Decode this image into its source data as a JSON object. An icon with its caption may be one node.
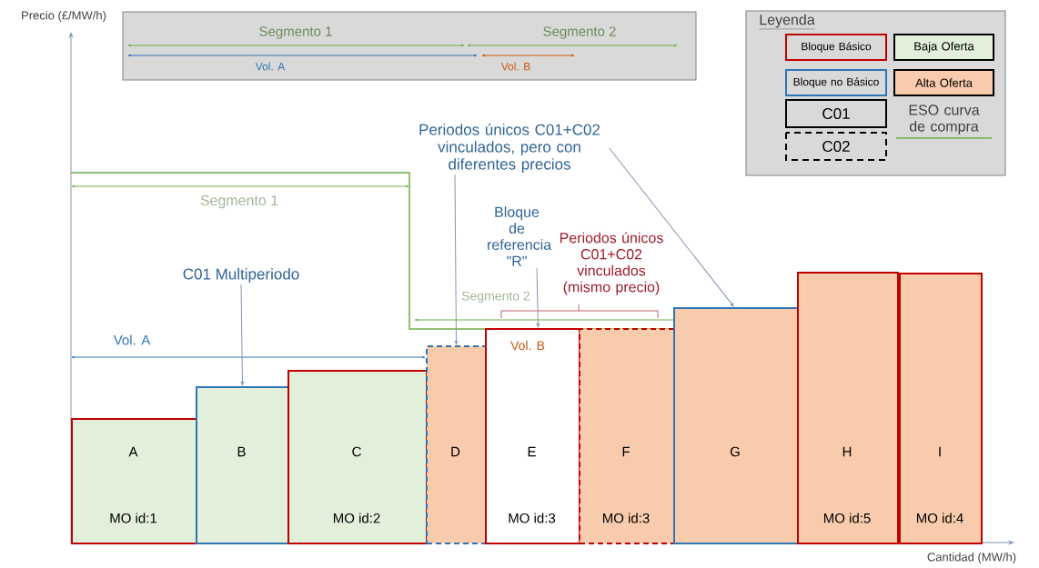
{
  "diagram": {
    "nodes": [
      {
        "text": [
          "A",
          "MO id:1"
        ]
      },
      {
        "text": [
          "B"
        ]
      },
      {
        "text": [
          "C",
          "MO id:2"
        ]
      },
      {
        "text": [
          "D"
        ]
      },
      {
        "text": [
          "E",
          "MO id:3"
        ]
      },
      {
        "text": [
          "F",
          "MO id:3"
        ]
      },
      {
        "text": [
          "G"
        ]
      },
      {
        "text": [
          "H",
          "MO id:5"
        ]
      },
      {
        "text": [
          "I",
          "MO id:4"
        ]
      },
      {
        "text": [
          "C01 Multiperiodo"
        ]
      },
      {
        "text": [
          "Periodos únicos C01+C02 vinculados, pero con diferentes precios"
        ]
      },
      {
        "text": [
          "Bloque de referencia \"R\""
        ]
      }
    ],
    "edges": [
      {
        "from": 9,
        "to": 1,
        "arrow": "to"
      },
      {
        "from": 10,
        "to": 3,
        "arrow": "to"
      },
      {
        "from": 10,
        "to": 6,
        "arrow": "to"
      },
      {
        "from": 11,
        "to": 4,
        "arrow": "to"
      }
    ],
    "labels": [
      "Precio (£/MW/h)",
      "Segmento 1",
      "Segmento 2",
      "Vol. A",
      "Vol. B",
      "Leyenda",
      "Segmento 1",
      "Periodos únicos C01+C02 vinculados (mismo precio)",
      "Segmento 2",
      "Vol. A",
      "Vol. B",
      "Cantidad (MW/h)"
    ],
    "legend": [
      {
        "text": "Bloque Básico"
      },
      {
        "text": "Baja Oferta",
        "color": "#e2efda"
      },
      {
        "text": "Bloque no Básico"
      },
      {
        "text": "Alta Oferta",
        "color": "#f8cbad"
      },
      {
        "text": "C01"
      },
      {
        "text": "ESO curva de compra"
      },
      {
        "text": "C02"
      }
    ]
  }
}
